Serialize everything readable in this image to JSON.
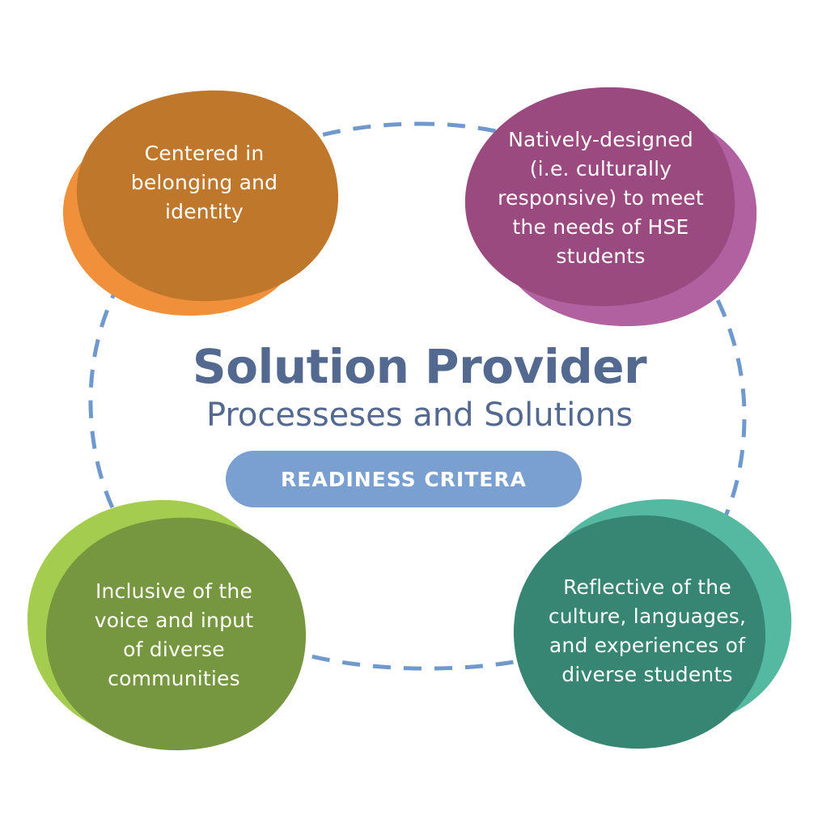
{
  "title": "Solution Provider",
  "subtitle": "Processeses and Solutions",
  "badge": {
    "label": "READINESS CRITERA"
  },
  "nodes": {
    "top_left": {
      "lines": [
        "Centered in",
        "belonging and",
        "identity"
      ]
    },
    "top_right": {
      "lines": [
        "Natively-designed",
        "(i.e. culturally",
        "responsive) to meet",
        "the needs of HSE",
        "students"
      ]
    },
    "bottom_left": {
      "lines": [
        "Inclusive of the",
        "voice and input",
        "of diverse",
        "communities"
      ]
    },
    "bottom_right": {
      "lines": [
        "Reflective of the",
        "culture, languages,",
        "and experiences of",
        "diverse students"
      ]
    }
  },
  "colors": {
    "title": "#54698f",
    "subtitle": "#54698f",
    "badge_fill": "#7aa0d1",
    "dashed_ring": "#6f98cc",
    "top_left_front": "#be772b",
    "top_left_back": "#f0903a",
    "top_right_front": "#9b4a80",
    "top_right_back": "#b160a0",
    "bottom_left_front": "#76973f",
    "bottom_left_back": "#a4cc4f",
    "bottom_right_front": "#378573",
    "bottom_right_back": "#55b8a0"
  }
}
